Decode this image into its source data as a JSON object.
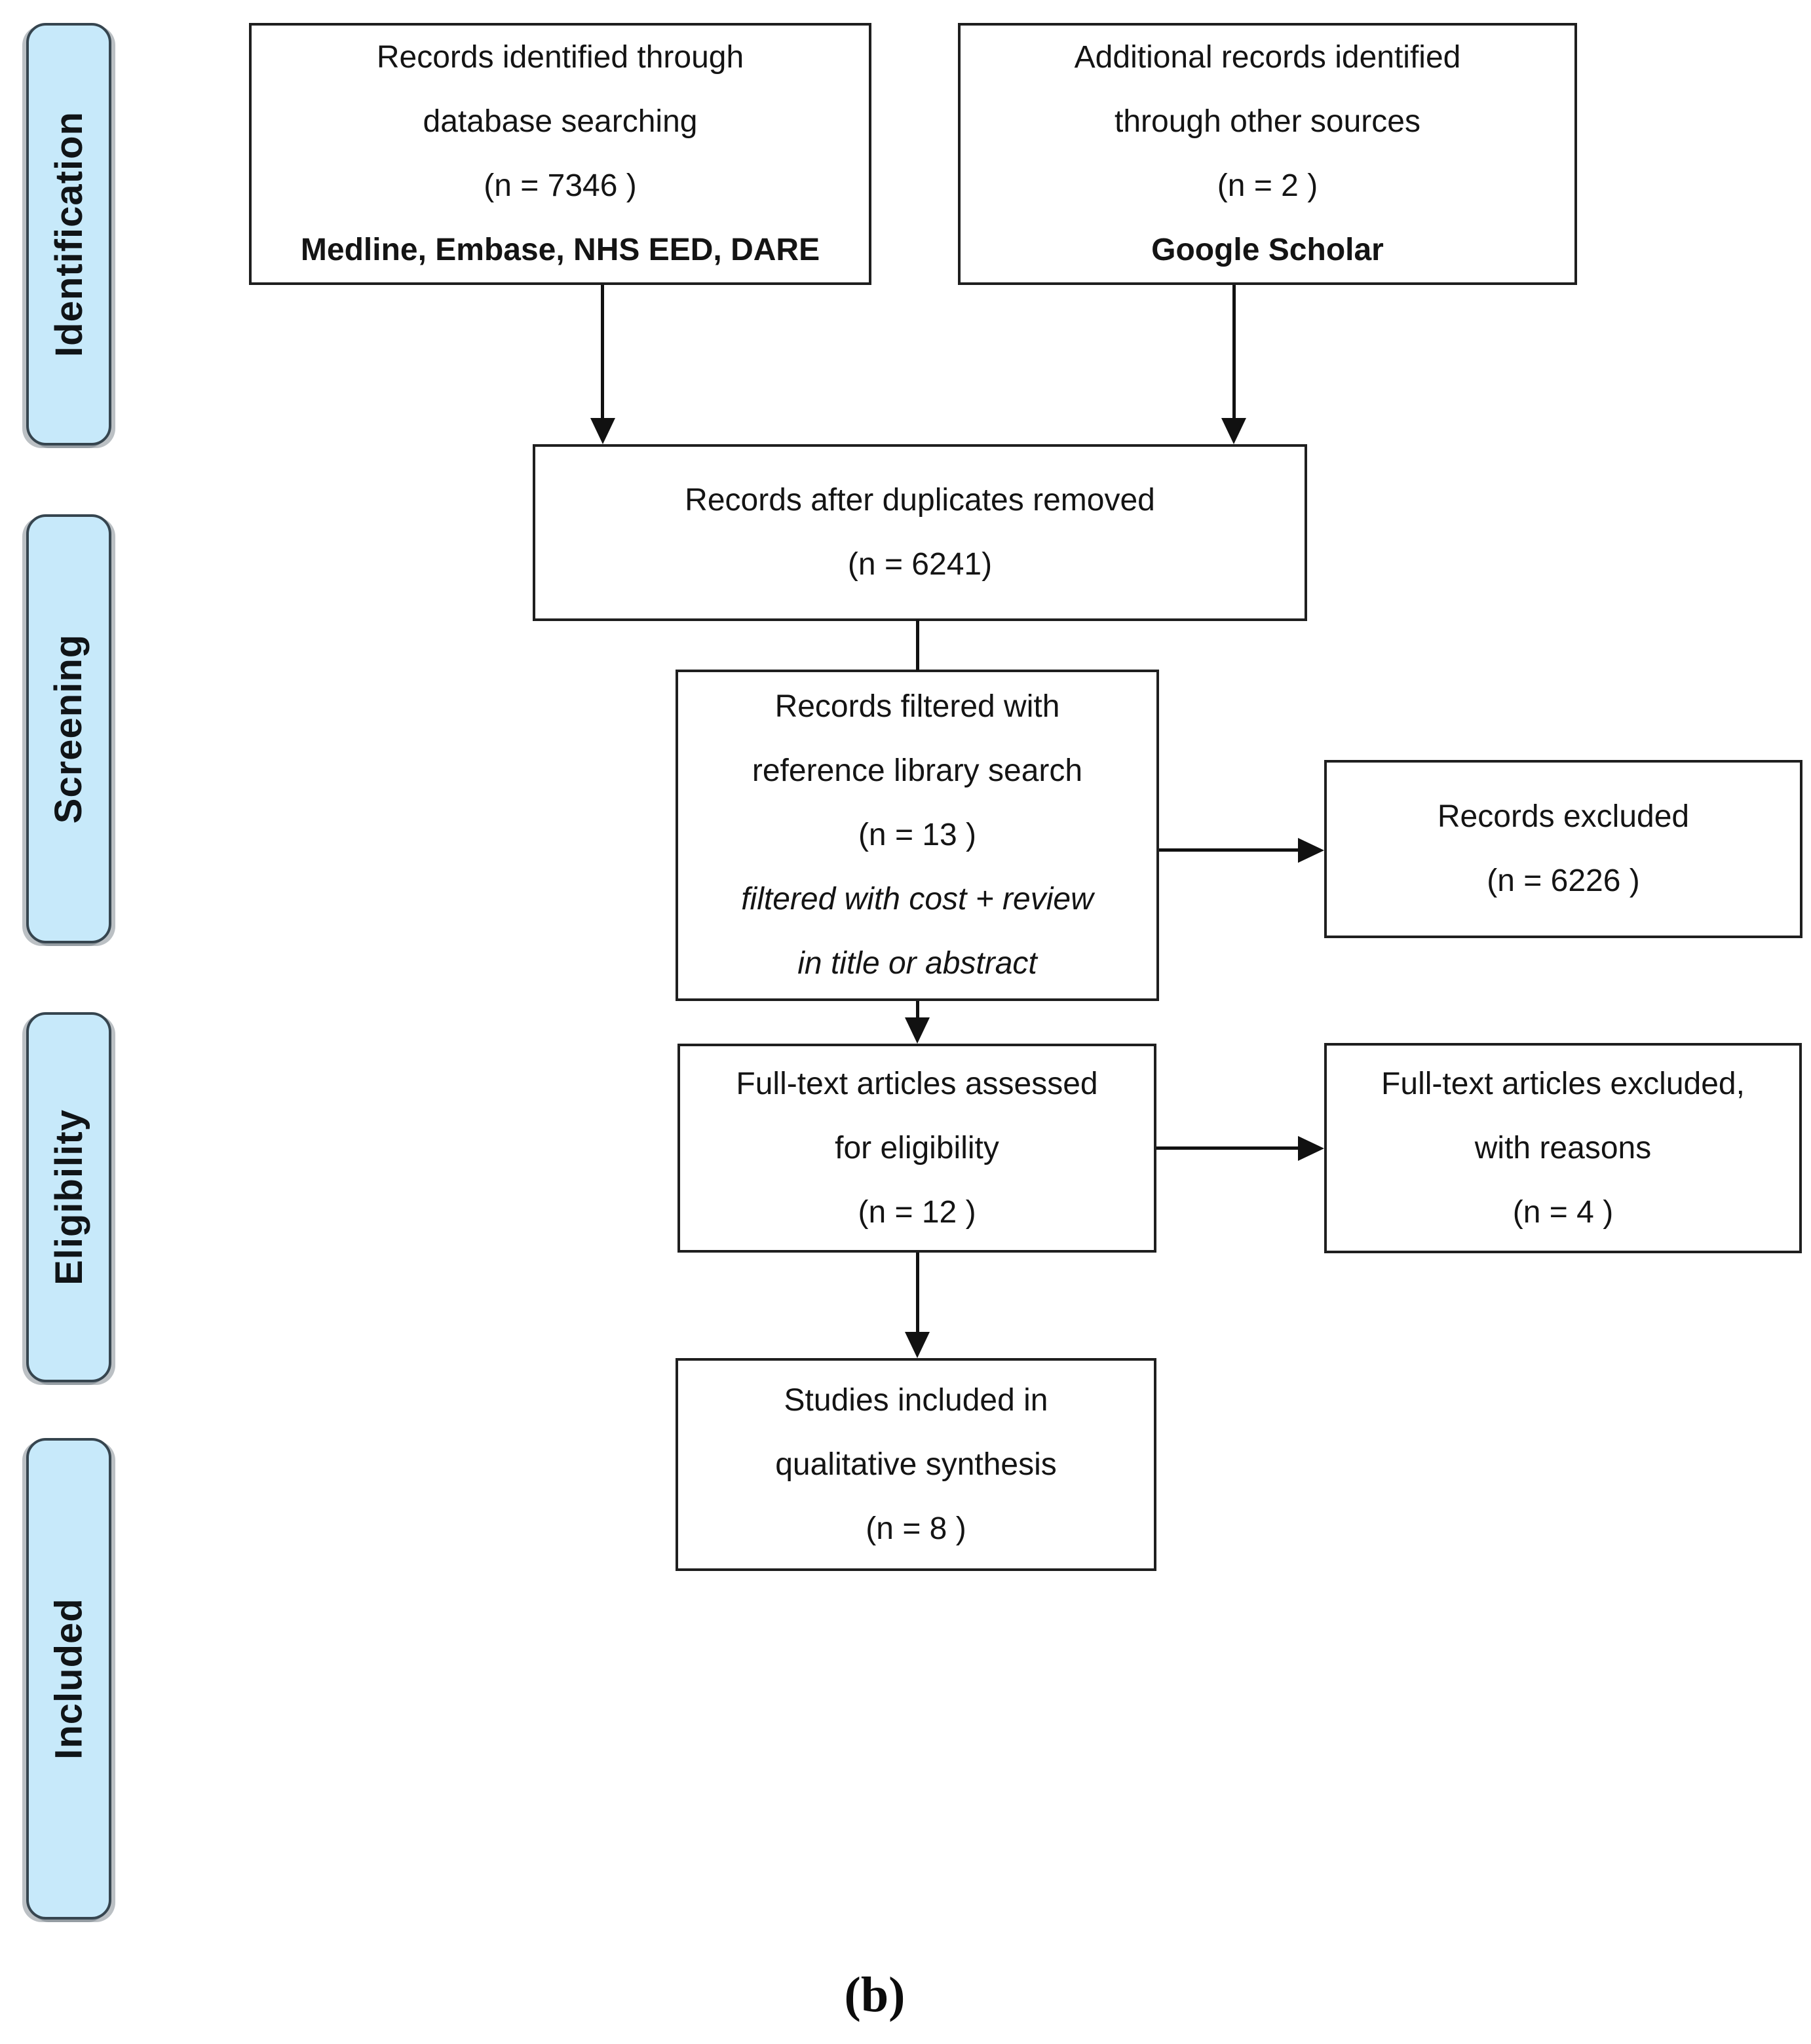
{
  "caption": {
    "label": "(b)"
  },
  "colors": {
    "stage_fill": "#c7e9fa",
    "stage_border": "#36454f",
    "box_border": "#1f1f1f",
    "line_color": "#111111",
    "text_color": "#141414"
  },
  "sidebar": {
    "stage1": "Identification",
    "stage2": "Screening",
    "stage3": "Eligibility",
    "stage4": "Included"
  },
  "boxes": {
    "identified": {
      "l1": "Records identified through",
      "l2": "database searching",
      "l3": "(n = 7346 )",
      "l4": "Medline, Embase, NHS EED, DARE"
    },
    "additional": {
      "l1": "Additional records identified",
      "l2": "through other sources",
      "l3": "(n = 2 )",
      "l4": "Google Scholar"
    },
    "duplicates": {
      "l1": "Records after duplicates removed",
      "l2": "(n = 6241)"
    },
    "filtered": {
      "l1": "Records filtered with",
      "l2": "reference library search",
      "l3": "(n = 13 )",
      "l4": "filtered with cost + review",
      "l5": "in title or abstract"
    },
    "excluded": {
      "l1": "Records excluded",
      "l2": "(n = 6226 )"
    },
    "fulltext": {
      "l1": "Full-text articles assessed",
      "l2": "for eligibility",
      "l3": "(n = 12 )"
    },
    "fulltext_excluded": {
      "l1": "Full-text articles excluded,",
      "l2": "with reasons",
      "l3": "(n = 4 )"
    },
    "included_studies": {
      "l1": "Studies included in",
      "l2": "qualitative synthesis",
      "l3": "(n = 8 )"
    }
  }
}
